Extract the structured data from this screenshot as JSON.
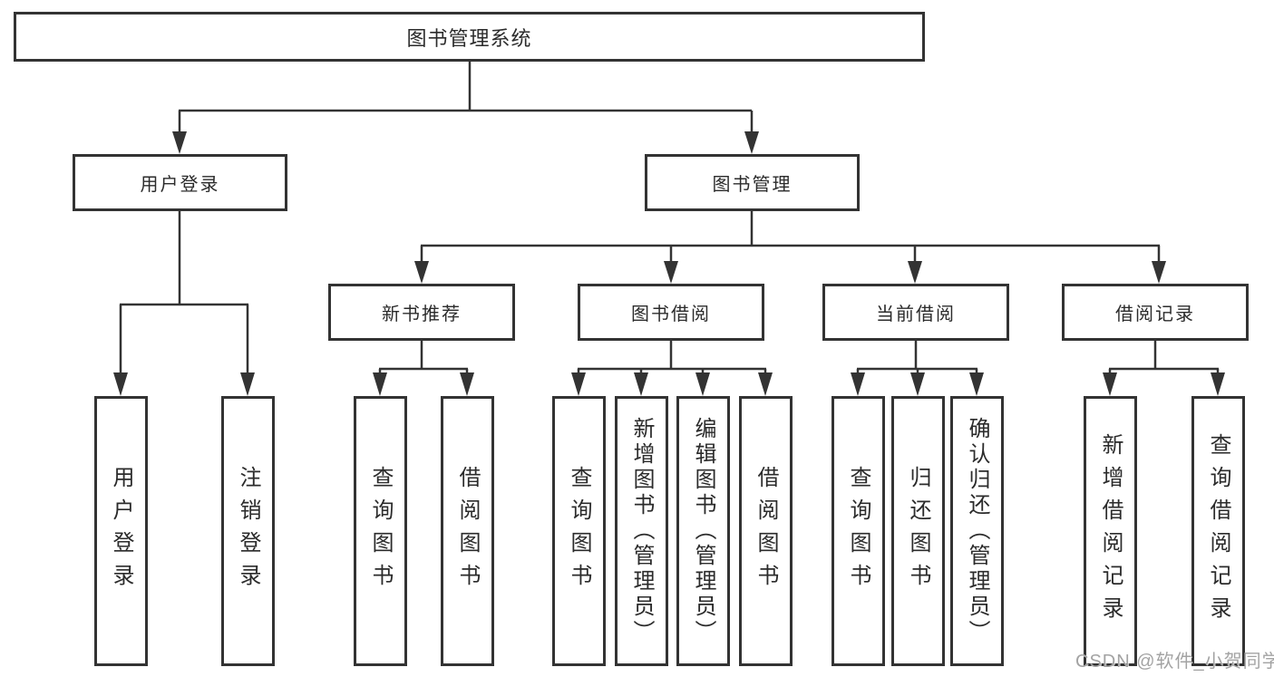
{
  "diagram": {
    "title": "图书管理系统",
    "root": {
      "label": "图书管理系统"
    },
    "level2": [
      {
        "label": "用户登录"
      },
      {
        "label": "图书管理"
      }
    ],
    "level3": [
      {
        "label": "新书推荐"
      },
      {
        "label": "图书借阅"
      },
      {
        "label": "当前借阅"
      },
      {
        "label": "借阅记录"
      }
    ],
    "leaves": [
      {
        "label": "用户登录",
        "parent": "用户登录"
      },
      {
        "label": "注销登录",
        "parent": "用户登录"
      },
      {
        "label": "查询图书",
        "parent": "新书推荐"
      },
      {
        "label": "借阅图书",
        "parent": "新书推荐"
      },
      {
        "label": "查询图书",
        "parent": "图书借阅"
      },
      {
        "label": "新增图书（管理员）",
        "parent": "图书借阅"
      },
      {
        "label": "编辑图书（管理员）",
        "parent": "图书借阅"
      },
      {
        "label": "借阅图书",
        "parent": "图书借阅"
      },
      {
        "label": "查询图书",
        "parent": "当前借阅"
      },
      {
        "label": "归还图书",
        "parent": "当前借阅"
      },
      {
        "label": "确认归还（管理员）",
        "parent": "当前借阅"
      },
      {
        "label": "新增借阅记录",
        "parent": "借阅记录"
      },
      {
        "label": "查询借阅记录",
        "parent": "借阅记录"
      }
    ]
  },
  "watermark": {
    "text": "CSDN @软件_小贺同学"
  },
  "colors": {
    "line": "#333333",
    "text": "#2b2b2b",
    "watermark": "#a3a3a3",
    "background": "#ffffff"
  }
}
